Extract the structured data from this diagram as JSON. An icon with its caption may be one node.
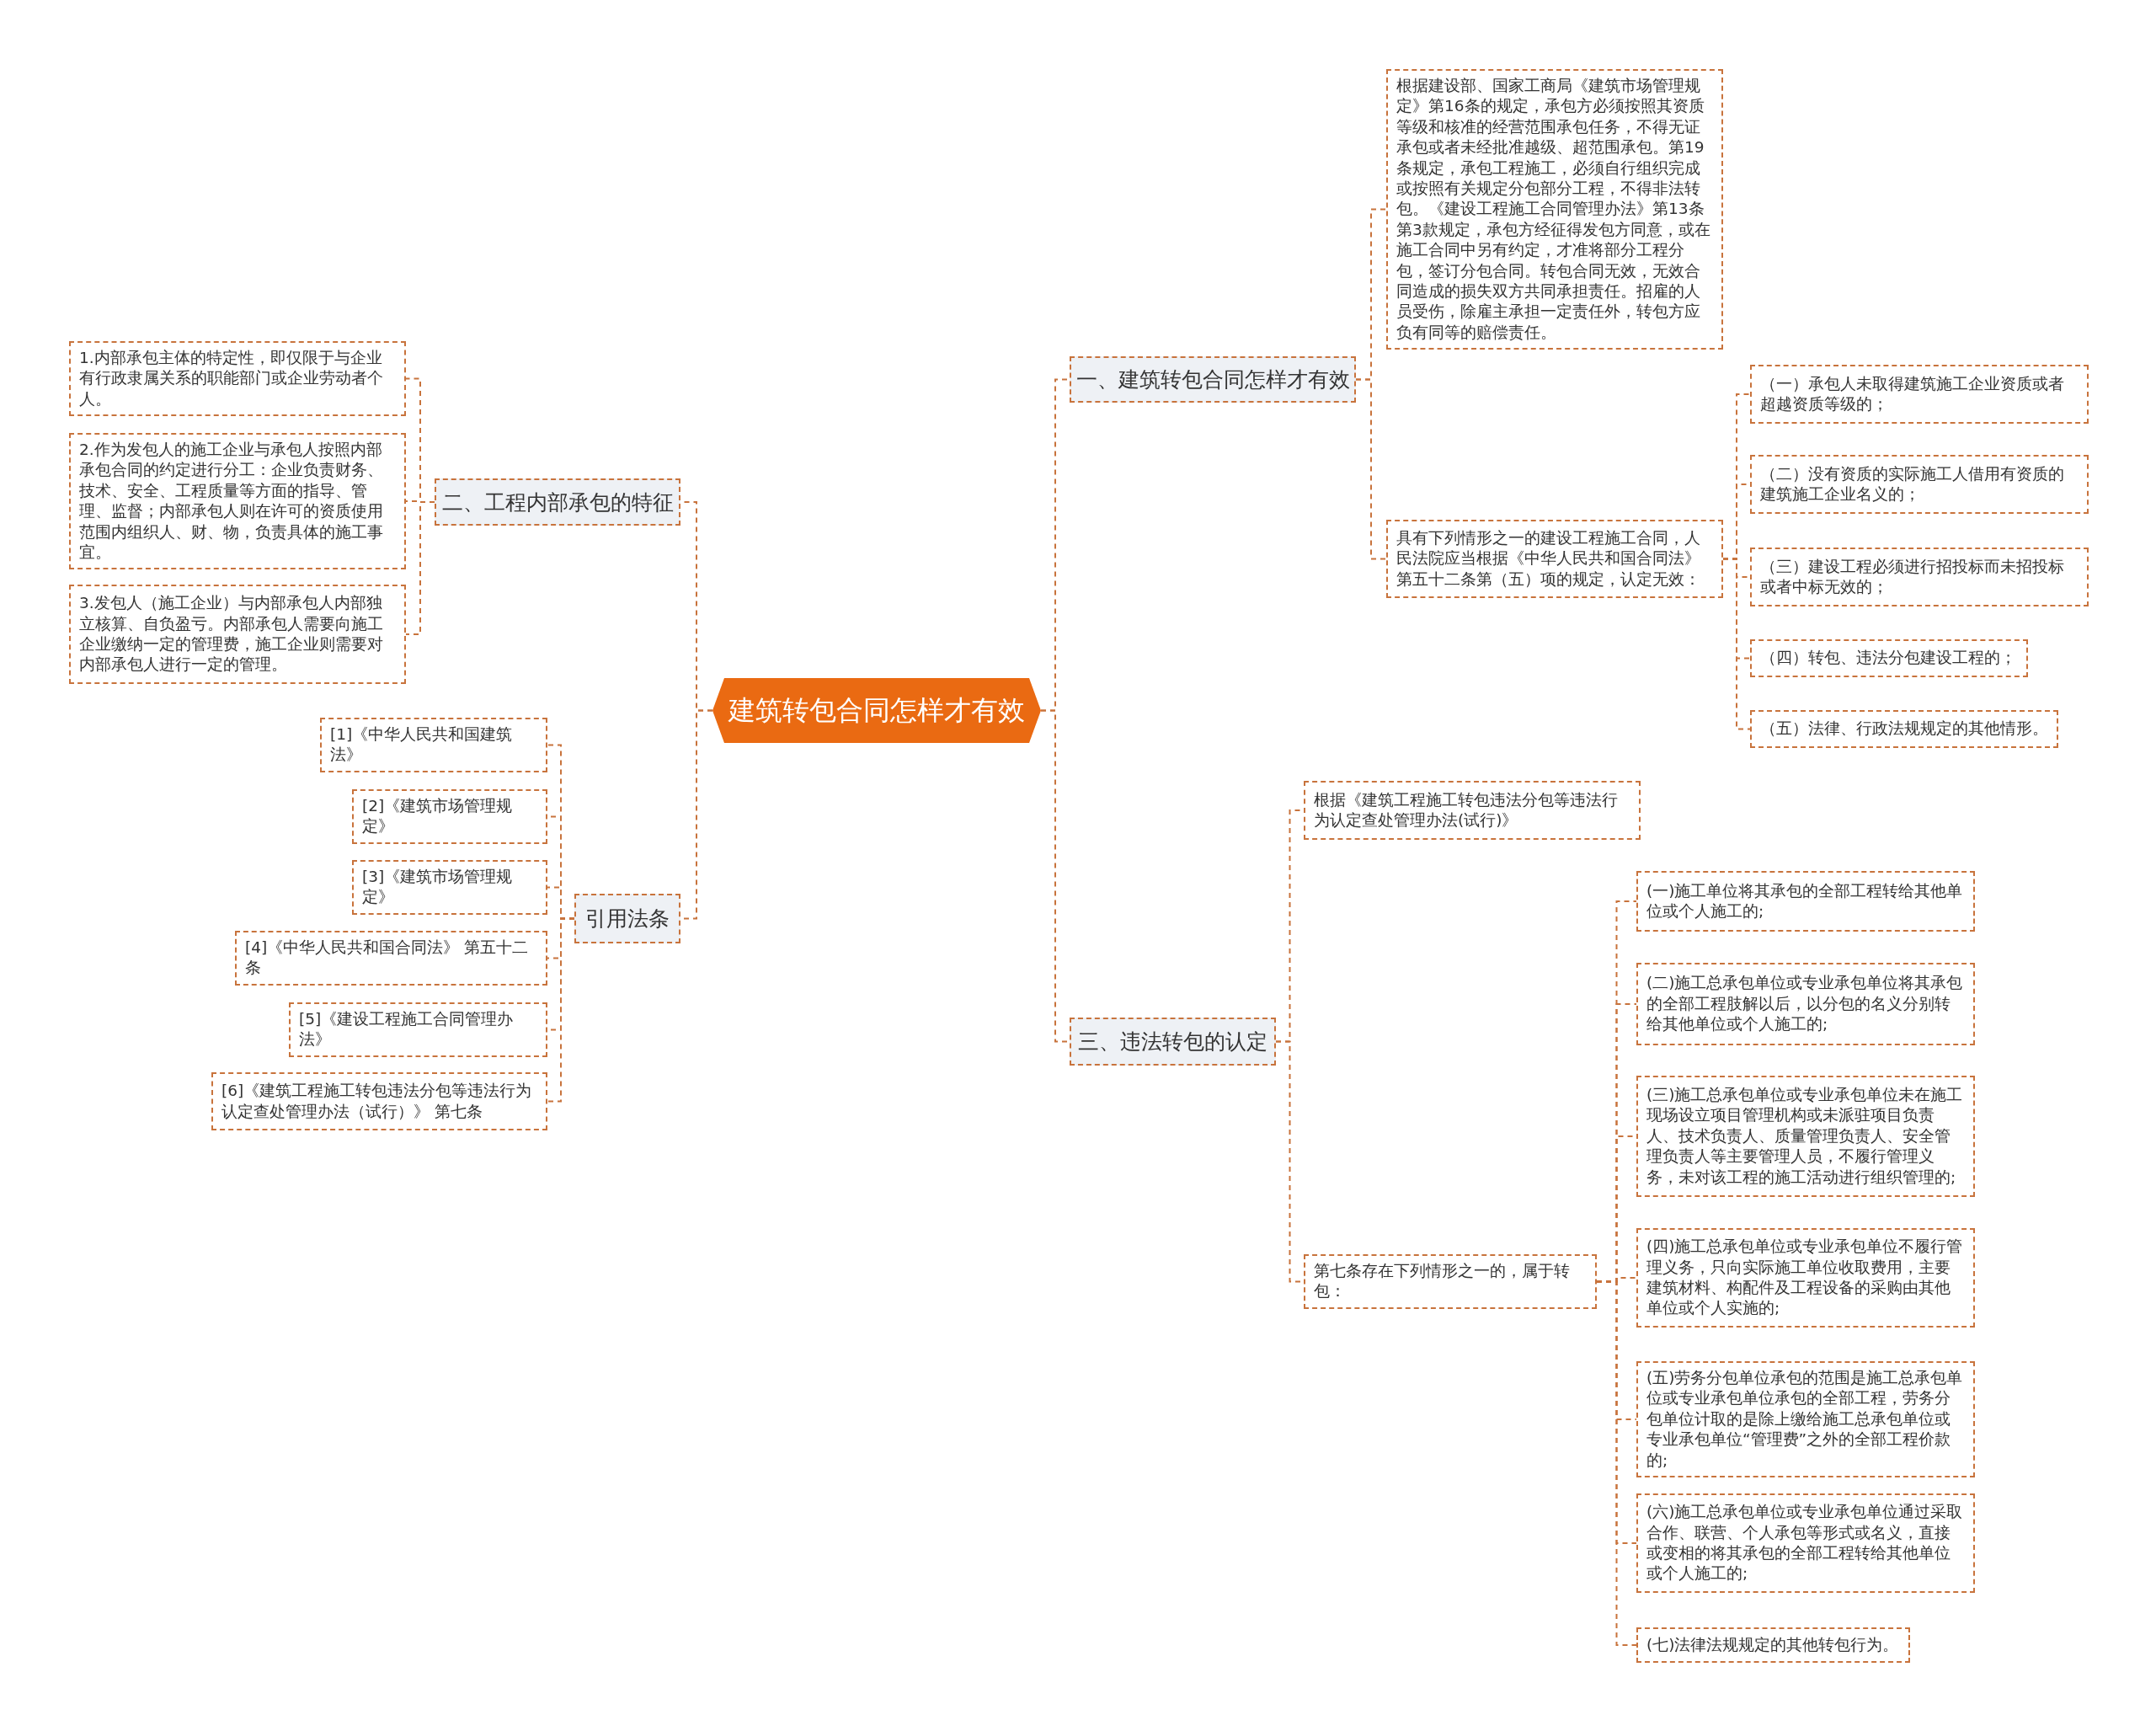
{
  "diagram": {
    "nodes": [
      {
        "text": [
          "建筑转包合同怎样才有效"
        ]
      },
      {
        "text": [
          "一、建筑转包合同怎样才有效"
        ]
      },
      {
        "text": [
          "根据建设部、国家工商局《建筑市场管理规定》第16条的规定，承包方必须按照其资质等级和核准的经营范围承包任务，不得无证承包或者未经批准越级、超范围承包。第19条规定，承包工程施工，必须自行组织完成或按照有关规定分包部分工程，不得非法转包。《建设工程施工合同管理办法》第13条第3款规定，承包方经征得发包方同意，或在施工合同中另有约定，才准将部分工程分包，签订分包合同。转包合同无效，无效合同造成的损失双方共同承担责任。招雇的人员受伤，除雇主承担一定责任外，转包方应负有同等的赔偿责任。"
        ]
      },
      {
        "text": [
          "具有下列情形之一的建设工程施工合同，人民法院应当根据《中华人民共和国合同法》第五十二条第（五）项的规定，认定无效："
        ]
      },
      {
        "text": [
          "（一）承包人未取得建筑施工企业资质或者超越资质等级的；"
        ]
      },
      {
        "text": [
          "（二）没有资质的实际施工人借用有资质的建筑施工企业名义的；"
        ]
      },
      {
        "text": [
          "（三）建设工程必须进行招投标而未招投标或者中标无效的；"
        ]
      },
      {
        "text": [
          "（四）转包、违法分包建设工程的；"
        ]
      },
      {
        "text": [
          "（五）法律、行政法规规定的其他情形。"
        ]
      },
      {
        "text": [
          "三、违法转包的认定"
        ]
      },
      {
        "text": [
          "根据《建筑工程施工转包违法分包等违法行为认定查处管理办法(试行)》"
        ]
      },
      {
        "text": [
          "第七条存在下列情形之一的，属于转包："
        ]
      },
      {
        "text": [
          "(一)施工单位将其承包的全部工程转给其他单位或个人施工的;"
        ]
      },
      {
        "text": [
          "(二)施工总承包单位或专业承包单位将其承包的全部工程肢解以后，以分包的名义分别转给其他单位或个人施工的;"
        ]
      },
      {
        "text": [
          "(三)施工总承包单位或专业承包单位未在施工现场设立项目管理机构或未派驻项目负责人、技术负责人、质量管理负责人、安全管理负责人等主要管理人员，不履行管理义务，未对该工程的施工活动进行组织管理的;"
        ]
      },
      {
        "text": [
          "(四)施工总承包单位或专业承包单位不履行管理义务，只向实际施工单位收取费用，主要建筑材料、构配件及工程设备的采购由其他单位或个人实施的;"
        ]
      },
      {
        "text": [
          "(五)劳务分包单位承包的范围是施工总承包单位或专业承包单位承包的全部工程，劳务分包单位计取的是除上缴给施工总承包单位或专业承包单位“管理费”之外的全部工程价款的;"
        ]
      },
      {
        "text": [
          "(六)施工总承包单位或专业承包单位通过采取合作、联营、个人承包等形式或名义，直接或变相的将其承包的全部工程转给其他单位或个人施工的;"
        ]
      },
      {
        "text": [
          "(七)法律法规规定的其他转包行为。"
        ]
      },
      {
        "text": [
          "二、工程内部承包的特征"
        ]
      },
      {
        "text": [
          "1.内部承包主体的特定性，即仅限于与企业有行政隶属关系的职能部门或企业劳动者个人。"
        ]
      },
      {
        "text": [
          "2.作为发包人的施工企业与承包人按照内部承包合同的约定进行分工：企业负责财务、技术、安全、工程质量等方面的指导、管理、监督；内部承包人则在许可的资质使用范围内组织人、财、物，负责具体的施工事宜。"
        ]
      },
      {
        "text": [
          "3.发包人（施工企业）与内部承包人内部独立核算、自负盈亏。内部承包人需要向施工企业缴纳一定的管理费，施工企业则需要对内部承包人进行一定的管理。"
        ]
      },
      {
        "text": [
          "引用法条"
        ]
      },
      {
        "text": [
          "[1]《中华人民共和国建筑法》"
        ]
      },
      {
        "text": [
          "[2]《建筑市场管理规定》"
        ]
      },
      {
        "text": [
          "[3]《建筑市场管理规定》"
        ]
      },
      {
        "text": [
          "[4]《中华人民共和国合同法》 第五十二条"
        ]
      },
      {
        "text": [
          "[5]《建设工程施工合同管理办法》"
        ]
      },
      {
        "text": [
          "[6]《建筑工程施工转包违法分包等违法行为认定查处管理办法（试行）》 第七条"
        ]
      }
    ],
    "edges": [
      {
        "from": 0,
        "to": 1,
        "arrow": "none"
      },
      {
        "from": 1,
        "to": 2,
        "arrow": "none"
      },
      {
        "from": 1,
        "to": 3,
        "arrow": "none"
      },
      {
        "from": 3,
        "to": 4,
        "arrow": "none"
      },
      {
        "from": 3,
        "to": 5,
        "arrow": "none"
      },
      {
        "from": 3,
        "to": 6,
        "arrow": "none"
      },
      {
        "from": 3,
        "to": 7,
        "arrow": "none"
      },
      {
        "from": 3,
        "to": 8,
        "arrow": "none"
      },
      {
        "from": 0,
        "to": 9,
        "arrow": "none"
      },
      {
        "from": 9,
        "to": 10,
        "arrow": "none"
      },
      {
        "from": 9,
        "to": 11,
        "arrow": "none"
      },
      {
        "from": 11,
        "to": 12,
        "arrow": "none"
      },
      {
        "from": 11,
        "to": 13,
        "arrow": "none"
      },
      {
        "from": 11,
        "to": 14,
        "arrow": "none"
      },
      {
        "from": 11,
        "to": 15,
        "arrow": "none"
      },
      {
        "from": 11,
        "to": 16,
        "arrow": "none"
      },
      {
        "from": 11,
        "to": 17,
        "arrow": "none"
      },
      {
        "from": 11,
        "to": 18,
        "arrow": "none"
      },
      {
        "from": 0,
        "to": 19,
        "arrow": "none"
      },
      {
        "from": 19,
        "to": 20,
        "arrow": "none"
      },
      {
        "from": 19,
        "to": 21,
        "arrow": "none"
      },
      {
        "from": 19,
        "to": 22,
        "arrow": "none"
      },
      {
        "from": 0,
        "to": 23,
        "arrow": "none"
      },
      {
        "from": 23,
        "to": 24,
        "arrow": "none"
      },
      {
        "from": 23,
        "to": 25,
        "arrow": "none"
      },
      {
        "from": 23,
        "to": 26,
        "arrow": "none"
      },
      {
        "from": 23,
        "to": 27,
        "arrow": "none"
      },
      {
        "from": 23,
        "to": 28,
        "arrow": "none"
      },
      {
        "from": 23,
        "to": 29,
        "arrow": "none"
      }
    ]
  }
}
